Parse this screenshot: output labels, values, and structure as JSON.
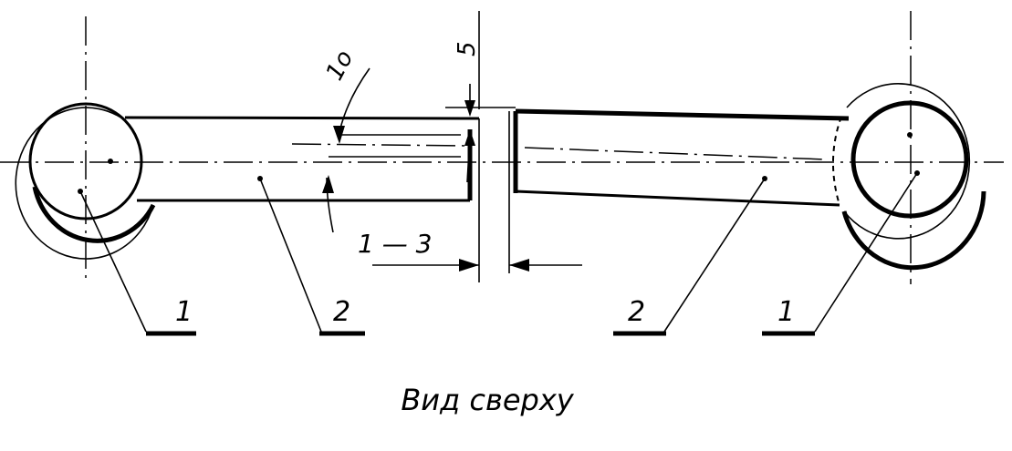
{
  "drawing": {
    "caption": "Вид сверху",
    "dimensions": {
      "angle_label": "1о",
      "offset_label": "5",
      "gap_label": "1 — 3"
    },
    "leaders": {
      "left_hinge": "1",
      "left_rod": "2",
      "right_rod": "2",
      "right_hinge": "1"
    }
  }
}
